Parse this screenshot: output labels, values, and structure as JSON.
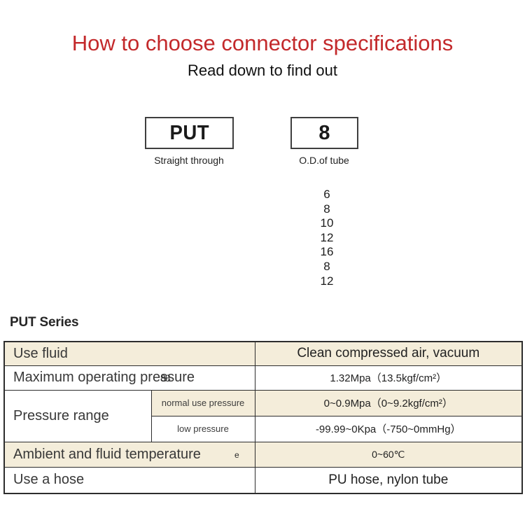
{
  "colors": {
    "accent_red": "#c3292b",
    "row_highlight_beige": "#f4edda",
    "table_border": "#2d2d2d",
    "background": "#ffffff"
  },
  "header": {
    "title": "How to choose connector specifications",
    "subtitle": "Read down to find out"
  },
  "selector": {
    "model_box": {
      "label": "PUT",
      "caption": "Straight through"
    },
    "size_box": {
      "label": "8",
      "caption": "O.D.of tube"
    },
    "size_options": [
      "6",
      "8",
      "10",
      "12",
      "16",
      "8",
      "12"
    ]
  },
  "series_heading": "PUT Series",
  "spec_table": {
    "use_fluid": {
      "label": "Use fluid",
      "value": "Clean compressed air, vacuum"
    },
    "max_pressure": {
      "label": "Maximum operating pressure",
      "value": "1.32Mpa（13.5kgf/cm²）",
      "artifact": "88"
    },
    "pressure_range": {
      "label": "Pressure range",
      "normal": {
        "label": "normal use pressure",
        "value": "0~0.9Mpa（0~9.2kgf/cm²）"
      },
      "low": {
        "label": "low pressure",
        "value": "-99.99~0Kpa（-750~0mmHg）"
      }
    },
    "temperature": {
      "label": "Ambient and fluid temperature",
      "value": "0~60℃",
      "artifact": "e"
    },
    "hose": {
      "label": "Use a hose",
      "value": "PU hose, nylon tube"
    }
  }
}
